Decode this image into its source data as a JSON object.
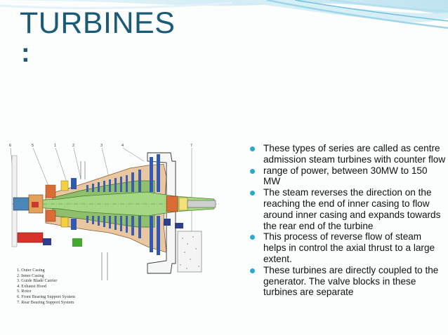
{
  "slide": {
    "title": "TURBINES",
    "title_colon": ":",
    "diagram": {
      "callout_numbers": [
        "6",
        "5",
        "1",
        "2",
        "3",
        "4",
        "7"
      ],
      "legend": [
        "1.  Outer Casing",
        "2.  Inner Casing",
        "3.  Guide Blade Carrier",
        "4.  Exhaust Hood",
        "5.  Rotor",
        "6.  Front Bearing Support System",
        "7.  Rear Bearing Support System"
      ]
    },
    "bullets": [
      "These types of series are called as centre admission steam turbines with counter flow",
      "range of power, between 30MW to 150 MW",
      "The steam reverses the direction on the reaching the end of inner casing to flow around inner casing and expands towards the rear end of the turbine",
      "This process of reverse flow of steam helps in control the axial thrust to a large extent.",
      "These turbines are directly coupled to the generator. The valve blocks in these turbines are separate"
    ],
    "colors": {
      "title": "#1a5c78",
      "bullet_marker": "#2aa9c8",
      "wave_light": "#cdebf4",
      "wave_dark": "#7fc8e0"
    }
  }
}
